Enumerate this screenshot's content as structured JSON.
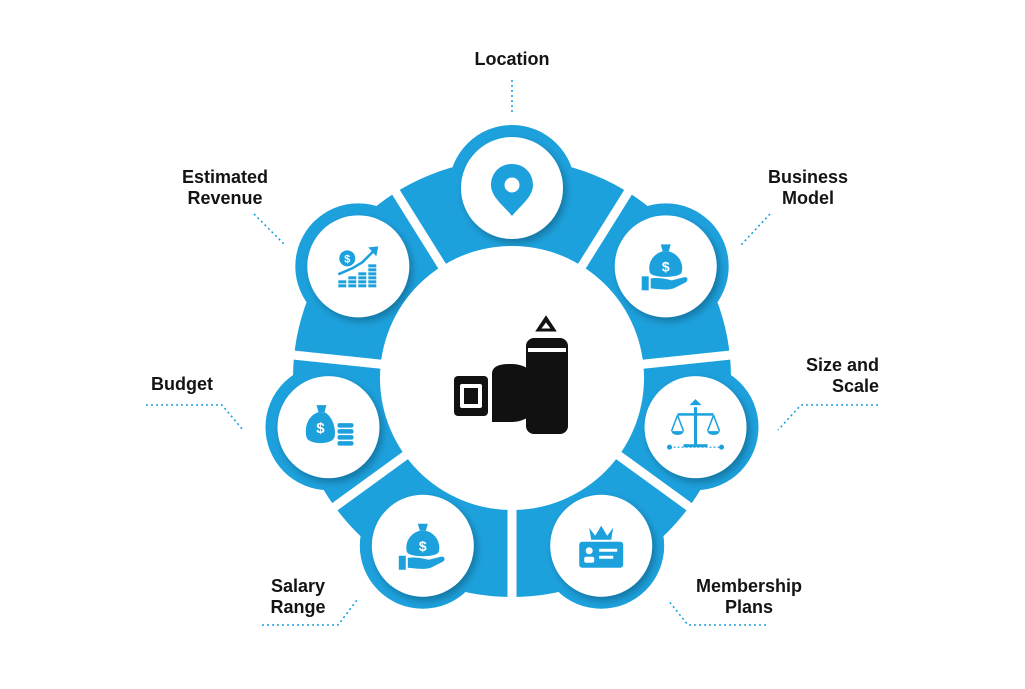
{
  "diagram": {
    "center_icon": "boxing-glove-punching-bag-icon",
    "colors": {
      "ring": "#1da1dd",
      "ring_shadow": "#1580b3",
      "icon": "#1da1dd",
      "center_icon": "#111111",
      "connector": "#1da1dd",
      "label": "#141414"
    },
    "nodes": [
      {
        "id": "location",
        "label_lines": [
          "Location"
        ],
        "icon": "map-pin-icon"
      },
      {
        "id": "business-model",
        "label_lines": [
          "Business",
          "Model"
        ],
        "icon": "money-bag-hand-icon"
      },
      {
        "id": "size-and-scale",
        "label_lines": [
          "Size and",
          "Scale"
        ],
        "icon": "balance-scale-icon"
      },
      {
        "id": "membership-plans",
        "label_lines": [
          "Membership",
          "Plans"
        ],
        "icon": "membership-card-crown-icon"
      },
      {
        "id": "salary-range",
        "label_lines": [
          "Salary",
          "Range"
        ],
        "icon": "salary-hand-bag-icon"
      },
      {
        "id": "budget",
        "label_lines": [
          "Budget"
        ],
        "icon": "money-bag-coins-icon"
      },
      {
        "id": "estimated-revenue",
        "label_lines": [
          "Estimated",
          "Revenue"
        ],
        "icon": "revenue-growth-icon"
      }
    ]
  }
}
